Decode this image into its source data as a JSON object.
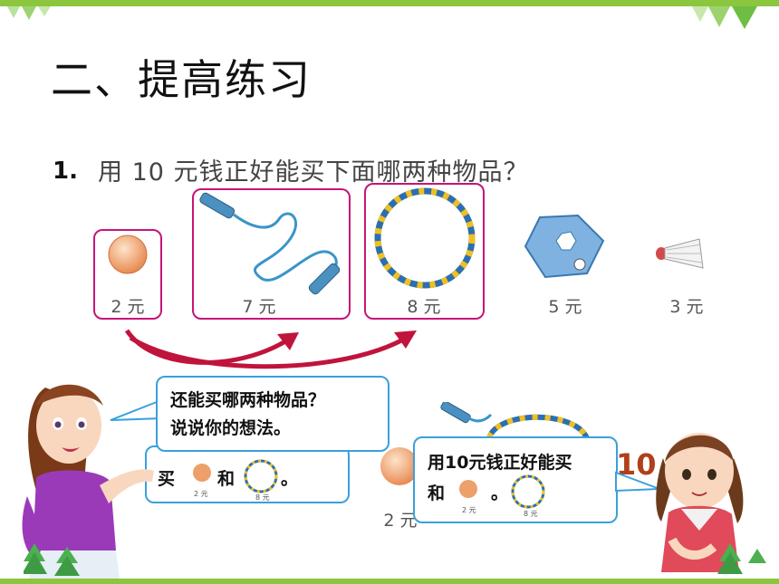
{
  "header": {
    "title": "二、提高练习"
  },
  "question": {
    "number": "1.",
    "text": "用 10 元钱正好能买下面哪两种物品？"
  },
  "items": [
    {
      "name": "ball",
      "price": "2 元"
    },
    {
      "name": "jump-rope",
      "price": "7 元"
    },
    {
      "name": "hula-hoop",
      "price": "8 元"
    },
    {
      "name": "shuttlecock-kicker",
      "price": "5 元"
    },
    {
      "name": "shuttlecock",
      "price": "3 元"
    }
  ],
  "teacher_bubble": {
    "line1": "还能买哪两种物品？",
    "line2": "说说你的想法。"
  },
  "back_bubble": {
    "buy": "买",
    "and": "和",
    "end": "。",
    "p1": "2 元",
    "p2": "8 元"
  },
  "back_items": {
    "price": "2 元",
    "amount": "10"
  },
  "girl_bubble": {
    "line1": "用10元钱正好能买",
    "and": "和",
    "end": "。",
    "p1": "2 元",
    "p2": "8 元"
  },
  "colors": {
    "frame": "#c6147a",
    "bubble_border": "#3aa0dc",
    "arrow": "#c0143c",
    "bar": "#8cc63f"
  }
}
